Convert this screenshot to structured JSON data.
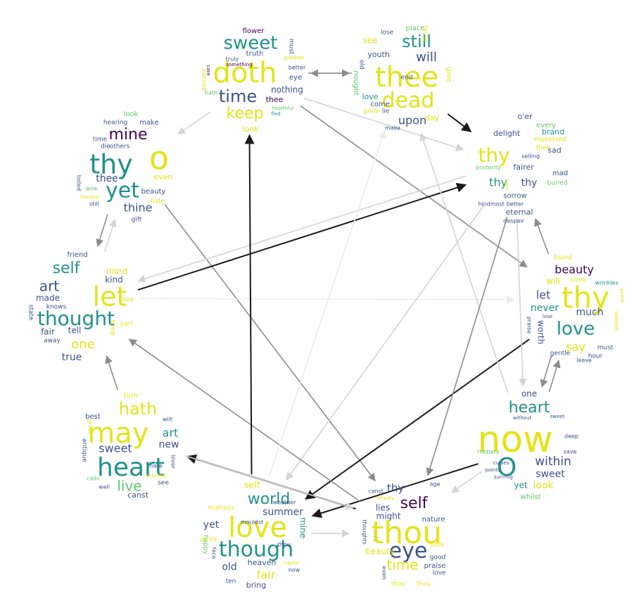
{
  "palette": {
    "purple": "#440154",
    "indigo": "#3b528b",
    "teal": "#21918c",
    "green": "#5ec962",
    "yellow": "#e3e418",
    "edge_dark": "#1a1a1a",
    "edge_mid": "#8c8c8c",
    "edge_light": "#d4d4d4",
    "edge_faint": "#ececec"
  },
  "clouds": [
    {
      "id": "doth",
      "words": [
        {
          "t": "flower",
          "c": "purple"
        },
        {
          "t": "sweet",
          "c": "teal"
        },
        {
          "t": "must",
          "c": "indigo"
        },
        {
          "t": "truly",
          "c": "indigo"
        },
        {
          "t": "truth",
          "c": "indigo"
        },
        {
          "t": "greater",
          "c": "yellow"
        },
        {
          "t": "doth",
          "c": "yellow"
        },
        {
          "t": "better",
          "c": "indigo"
        },
        {
          "t": "excuse",
          "c": "yellow"
        },
        {
          "t": "eye",
          "c": "indigo"
        },
        {
          "t": "time",
          "c": "indigo"
        },
        {
          "t": "nothing",
          "c": "indigo"
        },
        {
          "t": "hath",
          "c": "green"
        },
        {
          "t": "thee",
          "c": "purple"
        },
        {
          "t": "keep",
          "c": "yellow"
        },
        {
          "t": "healthful",
          "c": "green"
        },
        {
          "t": "look",
          "c": "yellow"
        },
        {
          "t": "something",
          "c": "purple"
        },
        {
          "t": "care",
          "c": "purple"
        },
        {
          "t": "fled",
          "c": "teal"
        }
      ]
    },
    {
      "id": "thee",
      "words": [
        {
          "t": "lose",
          "c": "indigo"
        },
        {
          "t": "place",
          "c": "green"
        },
        {
          "t": "see",
          "c": "yellow"
        },
        {
          "t": "still",
          "c": "teal"
        },
        {
          "t": "youth",
          "c": "indigo"
        },
        {
          "t": "will",
          "c": "indigo"
        },
        {
          "t": "bring",
          "c": "yellow"
        },
        {
          "t": "thee",
          "c": "yellow"
        },
        {
          "t": "give",
          "c": "yellow"
        },
        {
          "t": "nought",
          "c": "green"
        },
        {
          "t": "old",
          "c": "indigo"
        },
        {
          "t": "dead",
          "c": "yellow"
        },
        {
          "t": "love",
          "c": "teal"
        },
        {
          "t": "come",
          "c": "indigo"
        },
        {
          "t": "pride",
          "c": "yellow"
        },
        {
          "t": "lie",
          "c": "indigo"
        },
        {
          "t": "upon",
          "c": "indigo"
        },
        {
          "t": "day",
          "c": "yellow"
        },
        {
          "t": "make",
          "c": "indigo"
        },
        {
          "t": "end",
          "c": "indigo"
        }
      ]
    },
    {
      "id": "thy_upper",
      "words": [
        {
          "t": "o'er",
          "c": "indigo"
        },
        {
          "t": "every",
          "c": "green"
        },
        {
          "t": "delight",
          "c": "indigo"
        },
        {
          "t": "brand",
          "c": "teal"
        },
        {
          "t": "expressed",
          "c": "yellow"
        },
        {
          "t": "thy",
          "c": "yellow"
        },
        {
          "t": "thee",
          "c": "yellow"
        },
        {
          "t": "selling",
          "c": "indigo"
        },
        {
          "t": "sad",
          "c": "indigo"
        },
        {
          "t": "posterity",
          "c": "green"
        },
        {
          "t": "fairer",
          "c": "indigo"
        },
        {
          "t": "thy",
          "c": "teal"
        },
        {
          "t": "thy",
          "c": "indigo"
        },
        {
          "t": "mad",
          "c": "indigo"
        },
        {
          "t": "buried",
          "c": "green"
        },
        {
          "t": "sorrow",
          "c": "indigo"
        },
        {
          "t": "hindmost",
          "c": "indigo"
        },
        {
          "t": "better",
          "c": "indigo"
        },
        {
          "t": "eternal",
          "c": "indigo"
        },
        {
          "t": "despair",
          "c": "indigo"
        },
        {
          "t": "seen",
          "c": "yellow"
        }
      ]
    },
    {
      "id": "thy_right",
      "words": [
        {
          "t": "found",
          "c": "yellow"
        },
        {
          "t": "beauty",
          "c": "purple"
        },
        {
          "t": "think",
          "c": "yellow"
        },
        {
          "t": "will",
          "c": "yellow"
        },
        {
          "t": "wrinkles",
          "c": "teal"
        },
        {
          "t": "let",
          "c": "indigo"
        },
        {
          "t": "thy",
          "c": "yellow"
        },
        {
          "t": "never",
          "c": "teal"
        },
        {
          "t": "lose",
          "c": "indigo"
        },
        {
          "t": "much",
          "c": "indigo"
        },
        {
          "t": "praise",
          "c": "indigo"
        },
        {
          "t": "worth",
          "c": "indigo"
        },
        {
          "t": "love",
          "c": "teal"
        },
        {
          "t": "sweets",
          "c": "yellow"
        },
        {
          "t": "say",
          "c": "yellow"
        },
        {
          "t": "must",
          "c": "indigo"
        },
        {
          "t": "gentle",
          "c": "indigo"
        },
        {
          "t": "hour",
          "c": "indigo"
        },
        {
          "t": "leave",
          "c": "indigo"
        },
        {
          "t": "guess",
          "c": "yellow"
        }
      ]
    },
    {
      "id": "now",
      "words": [
        {
          "t": "one",
          "c": "indigo"
        },
        {
          "t": "heart",
          "c": "teal"
        },
        {
          "t": "without",
          "c": "indigo"
        },
        {
          "t": "sweet",
          "c": "indigo"
        },
        {
          "t": "now",
          "c": "yellow"
        },
        {
          "t": "deep",
          "c": "indigo"
        },
        {
          "t": "robbery",
          "c": "green"
        },
        {
          "t": "save",
          "c": "indigo"
        },
        {
          "t": "O",
          "c": "teal"
        },
        {
          "t": "within",
          "c": "indigo"
        },
        {
          "t": "sweet",
          "c": "indigo"
        },
        {
          "t": "curses",
          "c": "indigo"
        },
        {
          "t": "points",
          "c": "indigo"
        },
        {
          "t": "sun",
          "c": "indigo"
        },
        {
          "t": "ring",
          "c": "indigo"
        },
        {
          "t": "look",
          "c": "yellow"
        },
        {
          "t": "yet",
          "c": "teal"
        },
        {
          "t": "whilst",
          "c": "green"
        }
      ]
    },
    {
      "id": "thou",
      "words": [
        {
          "t": "thy",
          "c": "indigo"
        },
        {
          "t": "age",
          "c": "indigo"
        },
        {
          "t": "self",
          "c": "purple"
        },
        {
          "t": "canst",
          "c": "indigo"
        },
        {
          "t": "beauty",
          "c": "yellow"
        },
        {
          "t": "lies",
          "c": "indigo"
        },
        {
          "t": "might",
          "c": "indigo"
        },
        {
          "t": "nature",
          "c": "indigo"
        },
        {
          "t": "thoughts",
          "c": "indigo"
        },
        {
          "t": "made",
          "c": "indigo"
        },
        {
          "t": "thou",
          "c": "yellow"
        },
        {
          "t": "eye",
          "c": "indigo"
        },
        {
          "t": "beauty",
          "c": "yellow"
        },
        {
          "t": "poor",
          "c": "yellow"
        },
        {
          "t": "time",
          "c": "yellow"
        },
        {
          "t": "good",
          "c": "indigo"
        },
        {
          "t": "praise",
          "c": "indigo"
        },
        {
          "t": "even",
          "c": "indigo"
        },
        {
          "t": "love",
          "c": "indigo"
        },
        {
          "t": "thou",
          "c": "yellow"
        },
        {
          "t": "thou",
          "c": "yellow"
        }
      ]
    },
    {
      "id": "love",
      "words": [
        {
          "t": "self",
          "c": "yellow"
        },
        {
          "t": "world",
          "c": "teal"
        },
        {
          "t": "summer",
          "c": "indigo"
        },
        {
          "t": "mistress",
          "c": "yellow"
        },
        {
          "t": "whether",
          "c": "indigo"
        },
        {
          "t": "yet",
          "c": "indigo"
        },
        {
          "t": "love",
          "c": "yellow"
        },
        {
          "t": "gentle",
          "c": "yellow"
        },
        {
          "t": "mouldst",
          "c": "indigo"
        },
        {
          "t": "mine",
          "c": "teal"
        },
        {
          "t": "happy",
          "c": "green"
        },
        {
          "t": "though",
          "c": "teal"
        },
        {
          "t": "face",
          "c": "indigo"
        },
        {
          "t": "thou",
          "c": "indigo"
        },
        {
          "t": "heaven",
          "c": "indigo"
        },
        {
          "t": "name",
          "c": "yellow"
        },
        {
          "t": "old",
          "c": "indigo"
        },
        {
          "t": "fair",
          "c": "yellow"
        },
        {
          "t": "now",
          "c": "indigo"
        },
        {
          "t": "ten",
          "c": "indigo"
        },
        {
          "t": "bring",
          "c": "indigo"
        }
      ]
    },
    {
      "id": "may",
      "words": [
        {
          "t": "turn",
          "c": "yellow"
        },
        {
          "t": "hath",
          "c": "yellow"
        },
        {
          "t": "best",
          "c": "indigo"
        },
        {
          "t": "wilt",
          "c": "indigo"
        },
        {
          "t": "great",
          "c": "yellow"
        },
        {
          "t": "may",
          "c": "yellow"
        },
        {
          "t": "art",
          "c": "teal"
        },
        {
          "t": "antique",
          "c": "indigo"
        },
        {
          "t": "new",
          "c": "indigo"
        },
        {
          "t": "sweet",
          "c": "indigo"
        },
        {
          "t": "heart",
          "c": "teal"
        },
        {
          "t": "hate",
          "c": "indigo"
        },
        {
          "t": "lover",
          "c": "indigo"
        },
        {
          "t": "shouldst",
          "c": "yellow"
        },
        {
          "t": "calls",
          "c": "green"
        },
        {
          "t": "see",
          "c": "indigo"
        },
        {
          "t": "live",
          "c": "green"
        },
        {
          "t": "well",
          "c": "indigo"
        },
        {
          "t": "canst",
          "c": "indigo"
        }
      ]
    },
    {
      "id": "let",
      "words": [
        {
          "t": "friend",
          "c": "indigo"
        },
        {
          "t": "self",
          "c": "teal"
        },
        {
          "t": "mind",
          "c": "yellow"
        },
        {
          "t": "kind",
          "c": "indigo"
        },
        {
          "t": "art",
          "c": "indigo"
        },
        {
          "t": "let",
          "c": "yellow"
        },
        {
          "t": "made",
          "c": "indigo"
        },
        {
          "t": "knows",
          "c": "indigo"
        },
        {
          "t": "thee",
          "c": "yellow"
        },
        {
          "t": "thought",
          "c": "teal"
        },
        {
          "t": "state",
          "c": "indigo"
        },
        {
          "t": "fair",
          "c": "indigo"
        },
        {
          "t": "tell",
          "c": "indigo"
        },
        {
          "t": "part",
          "c": "yellow"
        },
        {
          "t": "time",
          "c": "yellow"
        },
        {
          "t": "away",
          "c": "indigo"
        },
        {
          "t": "one",
          "c": "yellow"
        },
        {
          "t": "true",
          "c": "indigo"
        }
      ]
    },
    {
      "id": "thy_o",
      "words": [
        {
          "t": "look",
          "c": "green"
        },
        {
          "t": "hearing",
          "c": "indigo"
        },
        {
          "t": "make",
          "c": "indigo"
        },
        {
          "t": "mine",
          "c": "purple"
        },
        {
          "t": "time",
          "c": "indigo"
        },
        {
          "t": "die",
          "c": "indigo"
        },
        {
          "t": "others",
          "c": "indigo"
        },
        {
          "t": "thy",
          "c": "teal"
        },
        {
          "t": "o",
          "c": "yellow"
        },
        {
          "t": "thee",
          "c": "indigo"
        },
        {
          "t": "even",
          "c": "yellow"
        },
        {
          "t": "toiled",
          "c": "indigo"
        },
        {
          "t": "yet",
          "c": "teal"
        },
        {
          "t": "woe",
          "c": "green"
        },
        {
          "t": "honour",
          "c": "yellow"
        },
        {
          "t": "beauty",
          "c": "indigo"
        },
        {
          "t": "still",
          "c": "indigo"
        },
        {
          "t": "thine",
          "c": "indigo"
        },
        {
          "t": "hate",
          "c": "yellow"
        },
        {
          "t": "gift",
          "c": "indigo"
        }
      ]
    }
  ],
  "edges": [
    {
      "from": "thee",
      "to": "thy_upper",
      "shade": "edge_dark"
    },
    {
      "from": "doth",
      "to": "thee",
      "shade": "edge_mid"
    },
    {
      "from": "thee",
      "to": "doth",
      "shade": "edge_mid"
    },
    {
      "from": "doth",
      "to": "thy_o",
      "shade": "edge_light"
    },
    {
      "from": "doth",
      "to": "thy_upper",
      "shade": "edge_light"
    },
    {
      "from": "doth",
      "to": "thy_right",
      "shade": "edge_mid"
    },
    {
      "from": "thy_o",
      "to": "let",
      "shade": "edge_mid"
    },
    {
      "from": "thy_o",
      "to": "thou",
      "shade": "edge_mid"
    },
    {
      "from": "let",
      "to": "thy_upper",
      "shade": "edge_dark"
    },
    {
      "from": "let",
      "to": "thy_right",
      "shade": "edge_faint"
    },
    {
      "from": "thy_upper",
      "to": "let",
      "shade": "edge_light"
    },
    {
      "from": "thy_right",
      "to": "thy_upper",
      "shade": "edge_mid"
    },
    {
      "from": "thy_right",
      "to": "now",
      "shade": "edge_mid"
    },
    {
      "from": "thy_right",
      "to": "love",
      "shade": "edge_dark"
    },
    {
      "from": "now",
      "to": "thy_right",
      "shade": "edge_mid"
    },
    {
      "from": "now",
      "to": "love",
      "shade": "edge_dark"
    },
    {
      "from": "now",
      "to": "thou",
      "shade": "edge_light"
    },
    {
      "from": "now",
      "to": "thee",
      "shade": "edge_light"
    },
    {
      "from": "thy_upper",
      "to": "love",
      "shade": "edge_light"
    },
    {
      "from": "thy_upper",
      "to": "thou",
      "shade": "edge_mid"
    },
    {
      "from": "thou",
      "to": "may",
      "shade": "edge_dark"
    },
    {
      "from": "thou",
      "to": "let",
      "shade": "edge_mid"
    },
    {
      "from": "love",
      "to": "thou",
      "shade": "edge_light"
    },
    {
      "from": "love",
      "to": "doth",
      "shade": "edge_dark"
    },
    {
      "from": "may",
      "to": "let",
      "shade": "edge_mid"
    },
    {
      "from": "may",
      "to": "thou",
      "shade": "edge_light"
    },
    {
      "from": "let",
      "to": "thy_o",
      "shade": "edge_light"
    },
    {
      "from": "love",
      "to": "thee",
      "shade": "edge_faint"
    },
    {
      "from": "thy_upper",
      "to": "now",
      "shade": "edge_light"
    }
  ]
}
